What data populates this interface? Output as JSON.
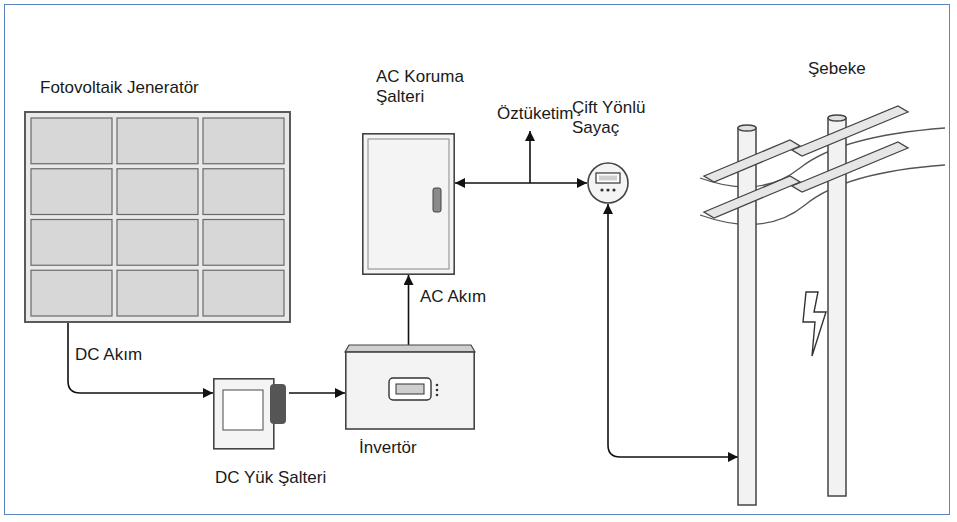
{
  "diagram": {
    "nodes": [
      {
        "text": [
          "Fotovoltaik Jeneratör"
        ]
      },
      {
        "text": [
          "DC Yük Şalteri"
        ]
      },
      {
        "text": [
          "İnvertör"
        ]
      },
      {
        "text": [
          "AC Koruma Şalteri"
        ]
      },
      {
        "text": [
          "Çift Yönlü Sayaç"
        ]
      },
      {
        "text": [
          "Şebeke"
        ]
      }
    ],
    "edges": [
      {
        "from": 0,
        "to": 1,
        "label": "DC Akım",
        "arrow": "to"
      },
      {
        "from": 1,
        "to": 2,
        "arrow": "to"
      },
      {
        "from": 2,
        "to": 3,
        "label": "AC Akım",
        "arrow": "to"
      },
      {
        "from": 3,
        "to": 4,
        "arrow": "both"
      },
      {
        "from": 4,
        "to": 5,
        "arrow": "both"
      }
    ],
    "labels": [
      "Öztüketim"
    ]
  }
}
